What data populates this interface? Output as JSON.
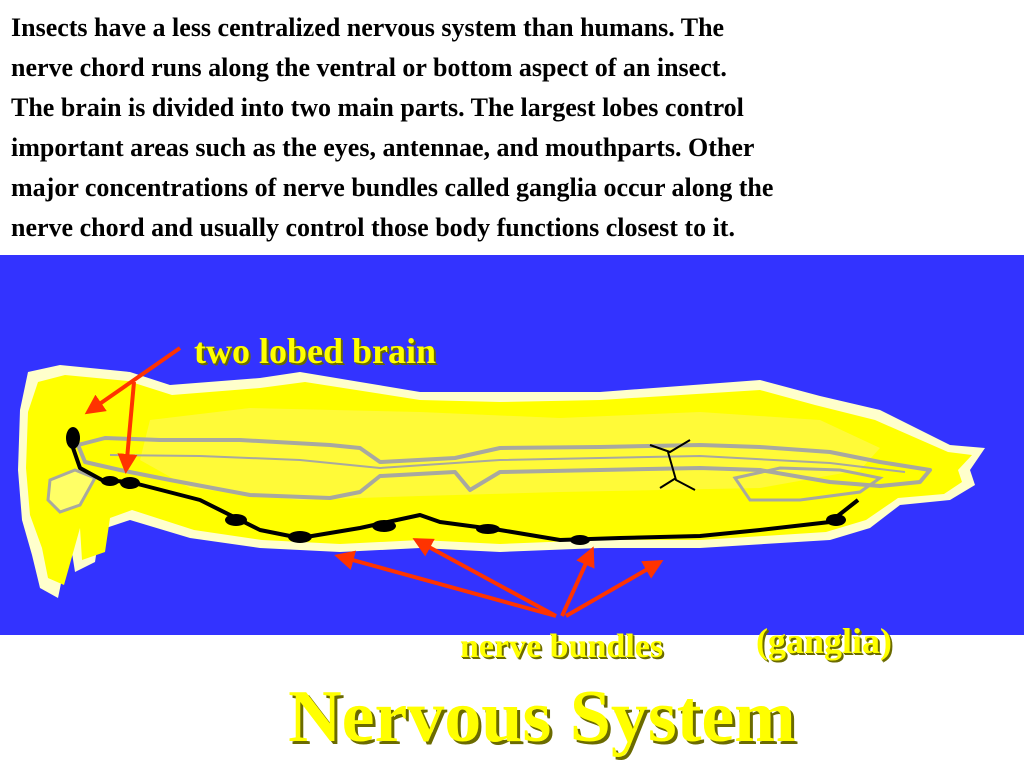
{
  "intro_text": "Insects have a less centralized nervous system than humans.  The\nnerve chord runs along the ventral or bottom aspect of an insect.\nThe brain is divided into two main parts.  The largest lobes control\nimportant areas such as the eyes, antennae, and mouthparts.  Other\nmajor concentrations of nerve bundles called ganglia occur along the\nnerve chord and usually control those body functions closest to it.",
  "labels": {
    "brain": "two lobed brain",
    "bundles": "nerve bundles",
    "ganglia": "(ganglia)"
  },
  "title": "Nervous System",
  "colors": {
    "panel_background": "#3333ff",
    "body_fill": "#ffff00",
    "body_outline": "#ffffcc",
    "nerve_chord": "#000000",
    "arrow": "#ff3300",
    "label_text": "#ffff00"
  }
}
